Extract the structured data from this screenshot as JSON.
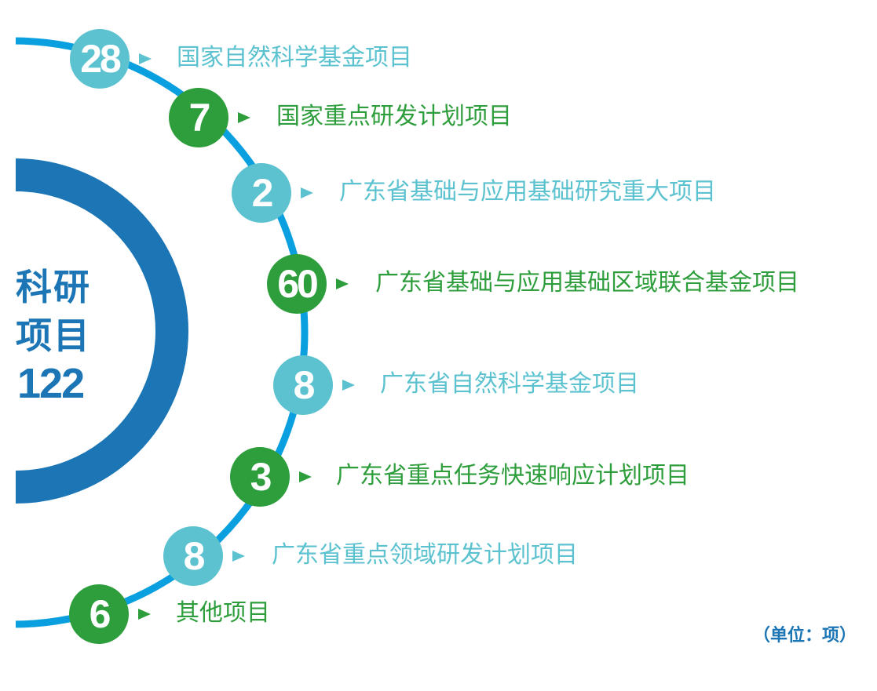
{
  "center": {
    "title_line1": "科研",
    "title_line2": "项目",
    "total": "122"
  },
  "colors": {
    "teal": "#5cc2d0",
    "green": "#2e9e3c",
    "arc": "#0aa0e0",
    "dark_blue": "#1c75b4"
  },
  "items": [
    {
      "value": "28",
      "label": "国家自然科学基金项目",
      "color": "teal"
    },
    {
      "value": "7",
      "label": "国家重点研发计划项目",
      "color": "green"
    },
    {
      "value": "2",
      "label": "广东省基础与应用基础研究重大项目",
      "color": "teal"
    },
    {
      "value": "60",
      "label": "广东省基础与应用基础区域联合基金项目",
      "color": "green"
    },
    {
      "value": "8",
      "label": "广东省自然科学基金项目",
      "color": "teal"
    },
    {
      "value": "3",
      "label": "广东省重点任务快速响应计划项目",
      "color": "green"
    },
    {
      "value": "8",
      "label": "广东省重点领域研发计划项目",
      "color": "teal"
    },
    {
      "value": "6",
      "label": "其他项目",
      "color": "green"
    }
  ],
  "unit": "（单位：项）"
}
